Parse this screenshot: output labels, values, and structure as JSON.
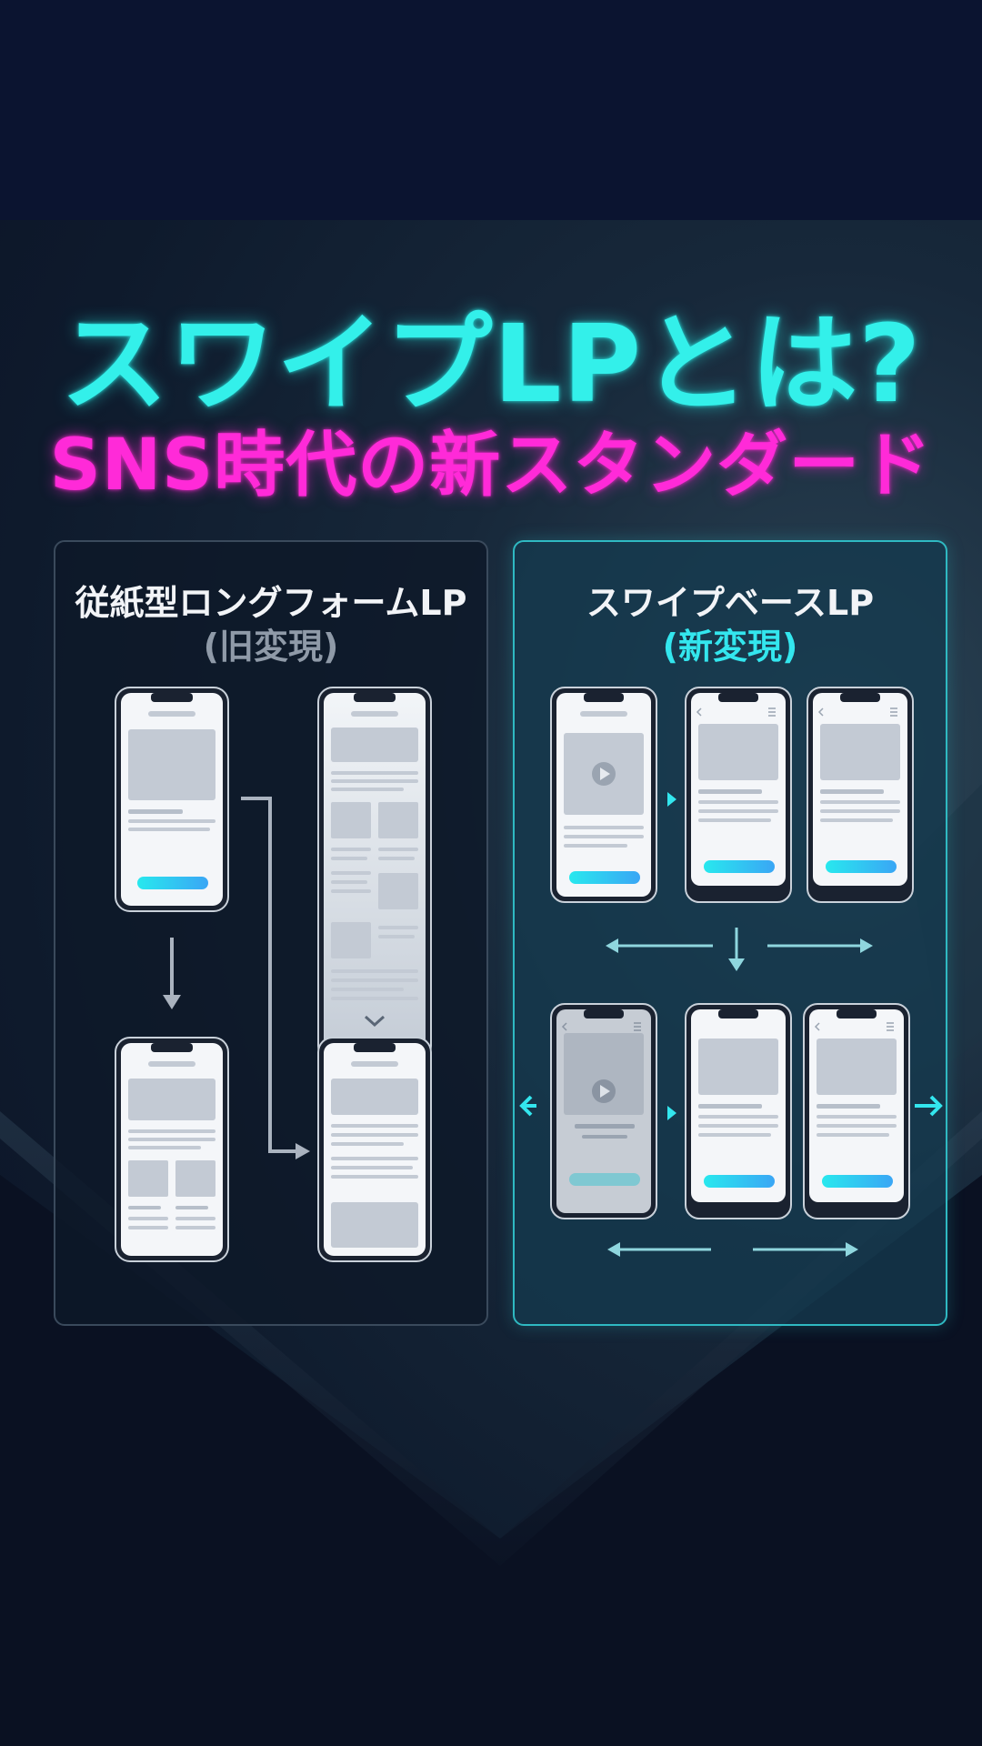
{
  "headline": {
    "title": "スワイプLPとは?",
    "subtitle": "SNS時代の新スタンダード",
    "title_color": "#33f0ea",
    "subtitle_color": "#ff2ad8"
  },
  "old_panel": {
    "title": "従紙型ロングフォームLP",
    "subtitle": "(旧変現)",
    "border_color": "#3a4a5c"
  },
  "new_panel": {
    "title": "スワイプベースLP",
    "subtitle": "(新変現)",
    "border_color": "#2fb9c2",
    "accent_color": "#33e6ee"
  },
  "icons": [
    "play-icon",
    "chevron-down-icon",
    "back-chevron-icon",
    "menu-icon",
    "arrow-icon"
  ]
}
